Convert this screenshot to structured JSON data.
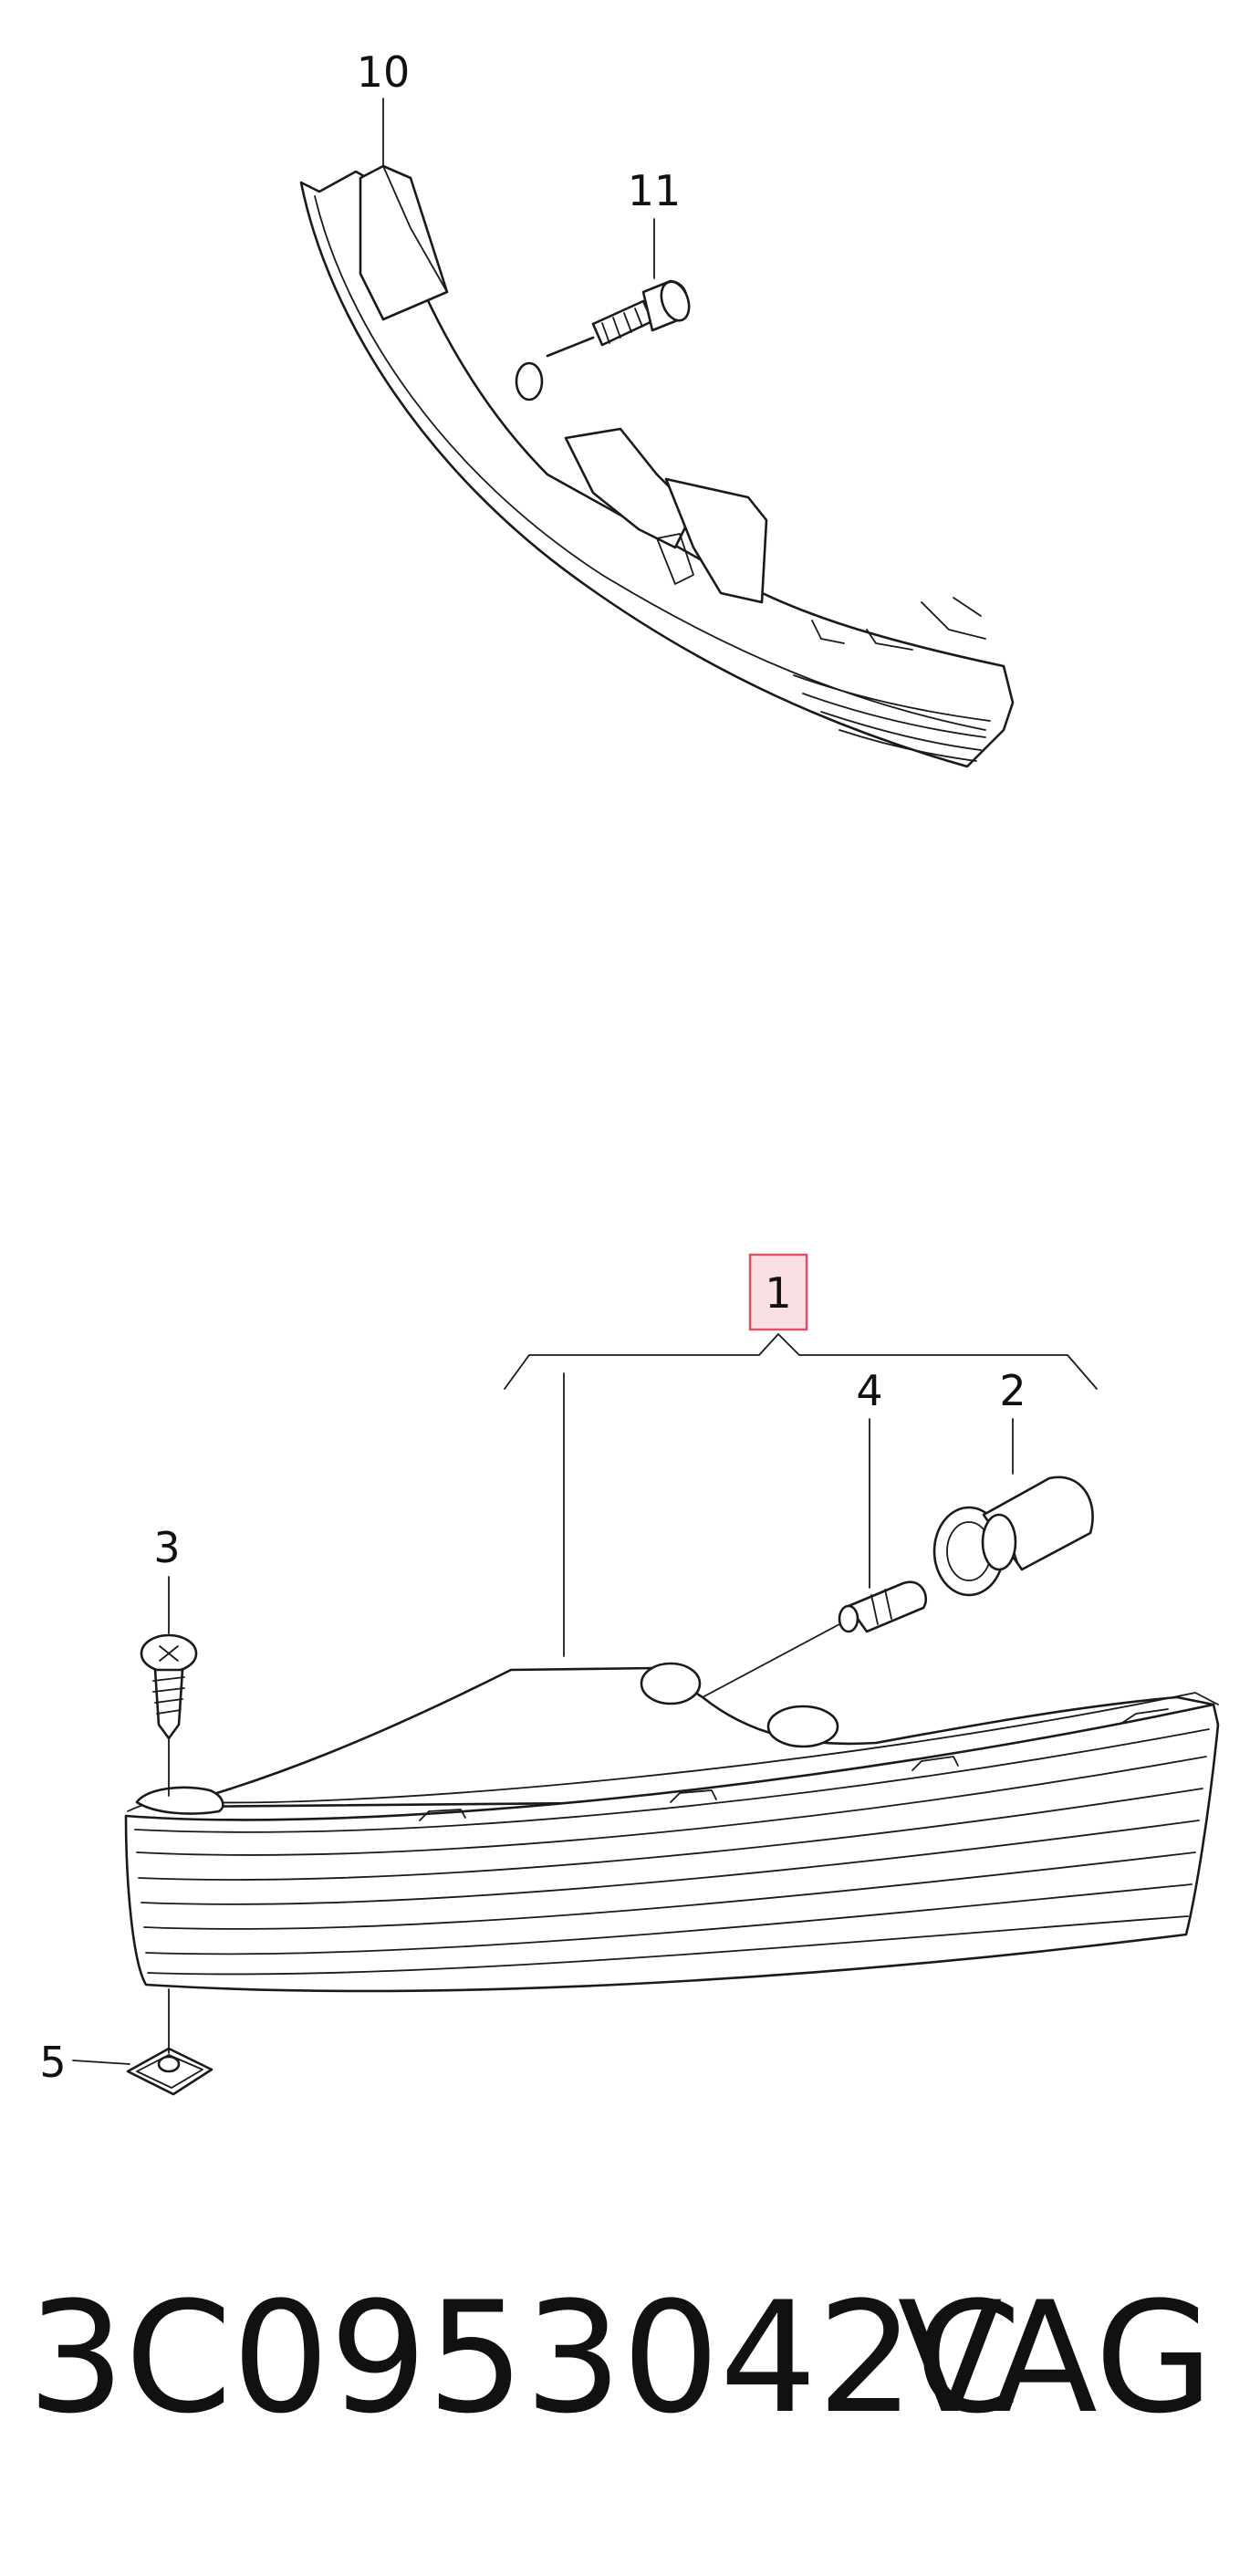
{
  "callouts": {
    "c10": "10",
    "c11": "11",
    "c1": "1",
    "c4": "4",
    "c2": "2",
    "c3": "3",
    "c5": "5"
  },
  "footer": {
    "part_number": "3C0953042C",
    "brand": "VAG"
  },
  "colors": {
    "highlight_border": "#e05060",
    "highlight_fill": "#fbe0e3",
    "line": "#1a1a1a"
  }
}
